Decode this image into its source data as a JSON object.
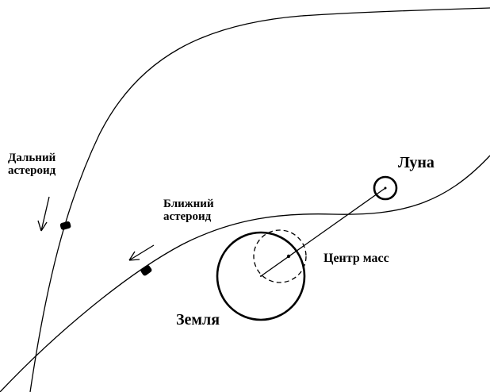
{
  "labels": {
    "far_asteroid": "Дальний\nастероид",
    "near_asteroid": "Ближний\nастероид",
    "moon": "Луна",
    "center_of_mass": "Центр масс",
    "earth": "Земля"
  },
  "colors": {
    "ink": "#000000",
    "background": "#ffffff"
  }
}
